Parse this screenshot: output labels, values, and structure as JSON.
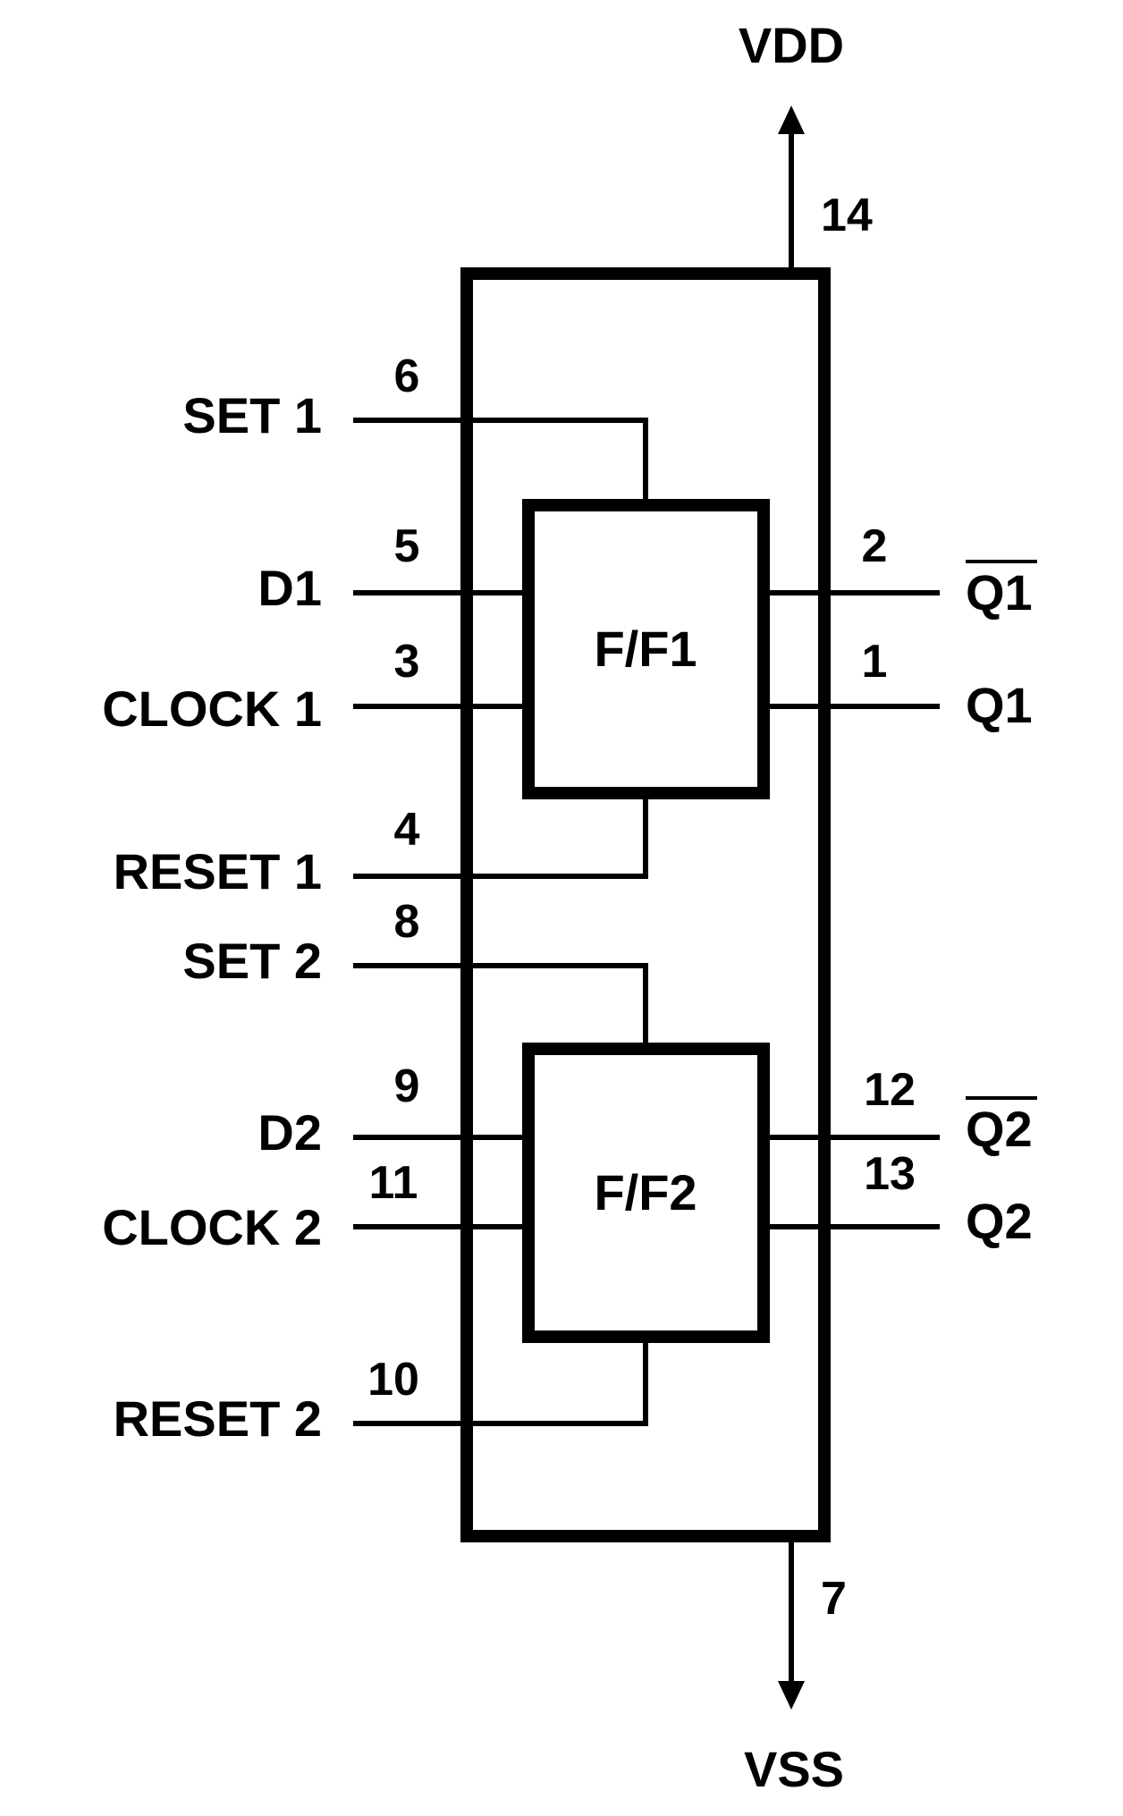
{
  "power": {
    "vdd_label": "VDD",
    "vdd_pin": "14",
    "vss_label": "VSS",
    "vss_pin": "7"
  },
  "flipflops": [
    {
      "name": "F/F1",
      "inputs": [
        {
          "label": "SET 1",
          "pin": "6"
        },
        {
          "label": "D1",
          "pin": "5"
        },
        {
          "label": "CLOCK 1",
          "pin": "3"
        },
        {
          "label": "RESET 1",
          "pin": "4"
        }
      ],
      "outputs": [
        {
          "label": "Q1",
          "overbar": true,
          "pin": "2"
        },
        {
          "label": "Q1",
          "overbar": false,
          "pin": "1"
        }
      ]
    },
    {
      "name": "F/F2",
      "inputs": [
        {
          "label": "SET 2",
          "pin": "8"
        },
        {
          "label": "D2",
          "pin": "9"
        },
        {
          "label": "CLOCK 2",
          "pin": "11"
        },
        {
          "label": "RESET 2",
          "pin": "10"
        }
      ],
      "outputs": [
        {
          "label": "Q2",
          "overbar": true,
          "pin": "12"
        },
        {
          "label": "Q2",
          "overbar": false,
          "pin": "13"
        }
      ]
    }
  ]
}
